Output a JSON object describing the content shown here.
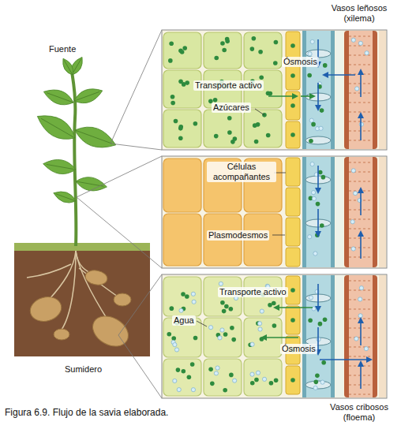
{
  "diagram": {
    "caption": "Figura 6.9. Flujo de la savia elaborada.",
    "labels": [
      "Vasos leñosos (xilema)",
      "Fuente",
      "Ósmosis",
      "Transporte activo",
      "Azúcares",
      "Células acompañantes",
      "Plasmodesmos",
      "Transporte activo",
      "Agua",
      "Ósmosis",
      "Sumidero",
      "Vasos cribosos (floema)"
    ]
  }
}
